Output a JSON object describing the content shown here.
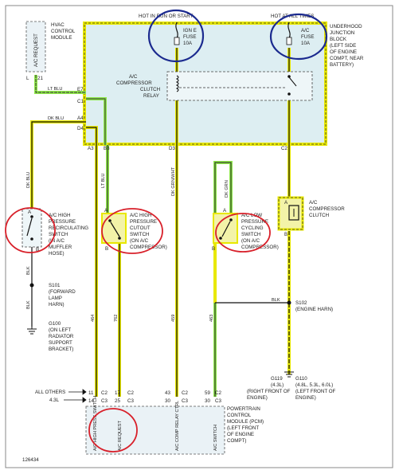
{
  "diagram_id": "126434",
  "top_labels": {
    "hot_run_start": "HOT IN RUN OR START",
    "hot_all_times": "HOT AT ALL TIMES"
  },
  "hvac": {
    "lines": [
      "HVAC",
      "CONTROL",
      "MODULE"
    ],
    "request": "A/C REQUEST",
    "pin_letter": "L",
    "pin_num": "21"
  },
  "fuses": {
    "ign_e": {
      "lines": [
        "IGN E",
        "FUSE",
        "10A"
      ]
    },
    "ac": {
      "lines": [
        "A/C",
        "FUSE",
        "10A"
      ]
    }
  },
  "junction_block": {
    "lines": [
      "UNDERHOOD",
      "JUNCTION",
      "BLOCK",
      "(LEFT SIDE",
      "OF ENGINE",
      "COMPT, NEAR",
      "BATTERY)"
    ]
  },
  "relay": {
    "lines": [
      "A/C",
      "COMPRESSOR",
      "CLUTCH",
      "RELAY"
    ]
  },
  "pins": {
    "E7": "E7",
    "C1": "C1",
    "A4": "A4",
    "D4": "D4",
    "A3": "A3",
    "B3": "B3",
    "D3": "D3",
    "C2": "C2"
  },
  "wires": {
    "lt_blu": "LT BLU",
    "dk_blu": "DK BLU",
    "dk_blu_vert": "DK BLU",
    "lt_blu_vert": "LT BLU",
    "dk_grn_wht": "DK GRN/WHT",
    "dk_grn": "DK GRN",
    "blk1": "BLK",
    "blk2": "BLK",
    "blk3": "BLK",
    "num_464": "464",
    "num_762": "762",
    "num_459": "459",
    "num_463": "463"
  },
  "switches": {
    "recirc": {
      "lines": [
        "A/C HIGH",
        "PRESSURE",
        "RECIRCULATING",
        "SWITCH",
        "(IN A/C",
        "MUFFLER",
        "HOSE)"
      ],
      "a": "A",
      "b": "B"
    },
    "cutout": {
      "lines": [
        "A/C HIGH",
        "PRESSURE",
        "CUTOUT",
        "SWITCH",
        "(ON A/C",
        "COMPRESSOR)"
      ],
      "a": "A",
      "b": "B"
    },
    "cycling": {
      "lines": [
        "A/C LOW",
        "PRESSURE",
        "CYCLING",
        "SWITCH",
        "(ON A/C",
        "COMPRESSOR)"
      ],
      "a": "A",
      "b": "B"
    }
  },
  "clutch": {
    "lines": [
      "A/C",
      "COMPRESSOR",
      "CLUTCH"
    ],
    "a": "A",
    "b": "B"
  },
  "splices": {
    "s101": {
      "lines": [
        "S101",
        "(FORWARD",
        "LAMP",
        "HARN)"
      ]
    },
    "s102": {
      "lines": [
        "S102",
        "(ENGINE HARN)"
      ]
    }
  },
  "grounds": {
    "g100": {
      "lines": [
        "G100",
        "(ON LEFT",
        "RADIATOR",
        "SUPPORT",
        "BRACKET)"
      ]
    },
    "g119": {
      "lines": [
        "G119",
        "(4.3L)",
        "(RIGHT FRONT OF",
        "ENGINE)"
      ]
    },
    "g110": {
      "lines": [
        "G110",
        "(4.8L, 5.3L, 6.0L)",
        "(LEFT FRONT OF",
        "ENGINE)"
      ]
    }
  },
  "pcm": {
    "lines": [
      "POWERTRAIN",
      "CONTROL",
      "MODULE (PCM)",
      "(LEFT FRONT",
      "OF ENGINE",
      "COMPT)"
    ],
    "all_others": "ALL OTHERS",
    "l43": "4.3L",
    "connector_top": [
      "11",
      "C2",
      "17",
      "C2",
      "43",
      "C2",
      "59",
      "C2"
    ],
    "connector_bottom": [
      "14",
      "C3",
      "25",
      "C3",
      "30",
      "C3",
      "30",
      "C3"
    ],
    "functions": [
      "A/C HIGH PRESS SWITCH",
      "A/C REQUEST",
      "A/C COMP RELAY CTRL",
      "A/C SWITCH"
    ]
  }
}
